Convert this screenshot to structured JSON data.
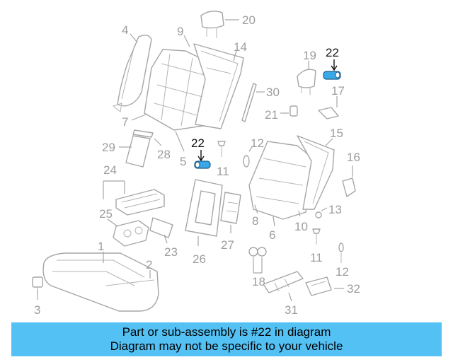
{
  "callouts": {
    "c1": "1",
    "c2": "2",
    "c3": "3",
    "c4": "4",
    "c5": "5",
    "c6": "6",
    "c7": "7",
    "c8": "8",
    "c9": "9",
    "c10": "10",
    "c11a": "11",
    "c11b": "11",
    "c12a": "12",
    "c12b": "12",
    "c13": "13",
    "c14": "14",
    "c15": "15",
    "c16": "16",
    "c17": "17",
    "c18": "18",
    "c19": "19",
    "c20": "20",
    "c21": "21",
    "c22a": "22",
    "c22b": "22",
    "c23": "23",
    "c24": "24",
    "c25": "25",
    "c26": "26",
    "c27": "27",
    "c28": "28",
    "c29": "29",
    "c30": "30",
    "c31": "31",
    "c32": "32"
  },
  "highlight": {
    "part_number": "22",
    "color": "#39a8e8"
  },
  "banner": {
    "line1": "Part or sub-assembly is #22 in diagram",
    "line2": "Diagram may not be specific to your vehicle",
    "background": "#54c1f4"
  }
}
